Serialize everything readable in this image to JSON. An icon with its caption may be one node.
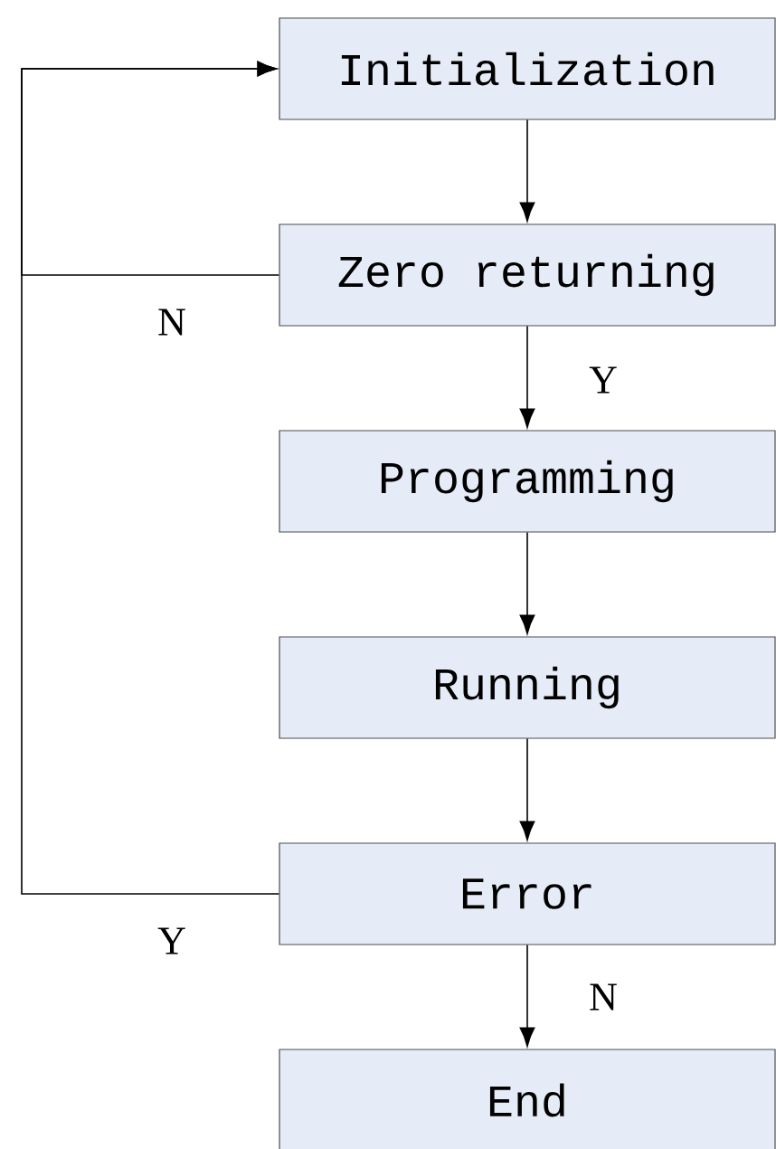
{
  "diagram": {
    "nodes": [
      {
        "text": [
          "Initialization"
        ]
      },
      {
        "text": [
          "Zero returning"
        ]
      },
      {
        "text": [
          "Programming"
        ]
      },
      {
        "text": [
          "Running"
        ]
      },
      {
        "text": [
          "Error"
        ]
      },
      {
        "text": [
          "End"
        ]
      }
    ],
    "edges": [
      {
        "from": 0,
        "to": 1,
        "arrow": "to"
      },
      {
        "from": 1,
        "to": 2,
        "arrow": "to",
        "label": "Y"
      },
      {
        "from": 2,
        "to": 3,
        "arrow": "to"
      },
      {
        "from": 3,
        "to": 4,
        "arrow": "to"
      },
      {
        "from": 4,
        "to": 5,
        "arrow": "to",
        "label": "N"
      },
      {
        "from": 1,
        "to": 0,
        "arrow": "to",
        "label": "N"
      },
      {
        "from": 4,
        "to": 0,
        "arrow": "to",
        "label": "Y"
      }
    ]
  }
}
